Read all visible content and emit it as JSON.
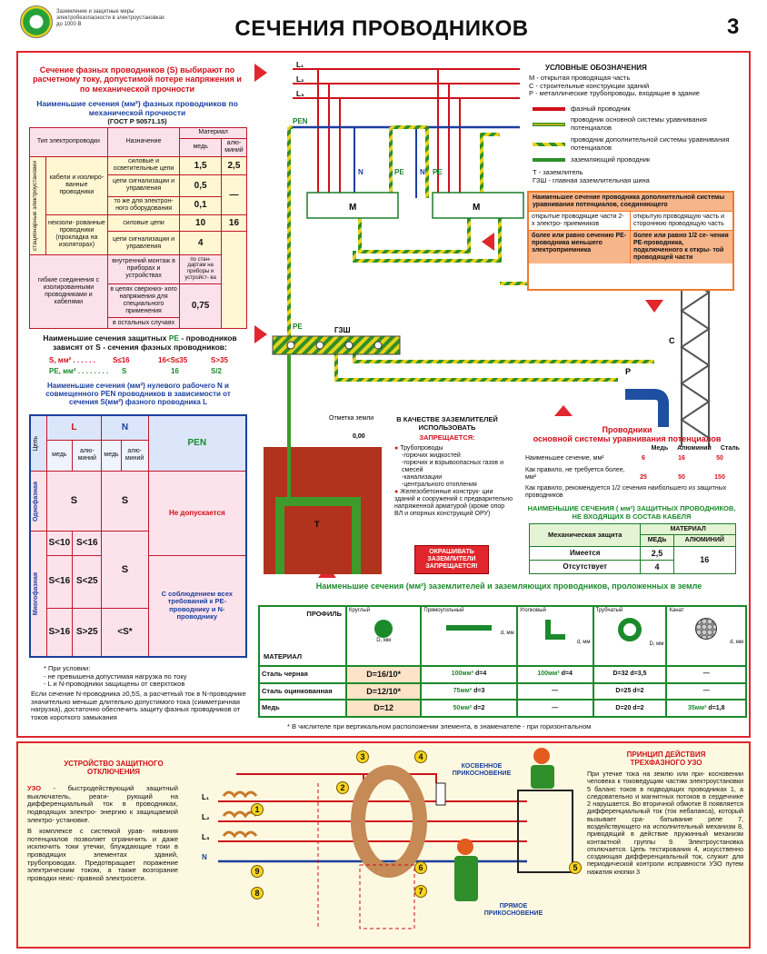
{
  "header": {
    "logo_text": "Заземление и защитные меры электробезопасности в электроустановках до 1000 В",
    "title": "СЕЧЕНИЯ ПРОВОДНИКОВ",
    "page": "3"
  },
  "colors": {
    "red": "#e1262e",
    "blue": "#1a3f9e",
    "green": "#1b8a2b"
  },
  "left": {
    "intro": "Сечение фазных проводников (S) выбирают по расчетному току, допустимой потере напряжения и по механической прочности",
    "mech_title": "Наименьшие сечения (мм²) фазных проводников по механической прочности",
    "mech_std": "(ГОСТ Р 50571.15)",
    "mech": {
      "h_type": "Тип электропроводки",
      "h_purpose": "Назначение",
      "h_material": "Материал",
      "h_cu": "медь",
      "h_al": "алю- миний",
      "stationary": "стационарные электроустановки",
      "cables": "кабели и изолиро- ванные проводники",
      "bare": "неизоли- рованные проводники (прокладка на изоляторах)",
      "flex": "гибкие соединения с изолированными проводниками и кабелями",
      "r1": "силовые и осветительные цепи",
      "r1cu": "1,5",
      "r1al": "2,5",
      "r2": "цепи сигнализации и управления",
      "r2cu": "0,5",
      "r2al": "—",
      "r3": "то же для электрон- ного оборудования",
      "r3cu": "0,1",
      "r4": "силовые цепи",
      "r4cu": "10",
      "r4al": "16",
      "r5": "цепи сигнализации и управления",
      "r5cu": "4",
      "r6": "внутренний монтаж в приборах и устройствах",
      "r6cu": "по стан- дартам на приборы и устройст- ва",
      "r7": "в цепях сверхниз- кого напряжения для специального применения",
      "r7cu": "0,75",
      "r8": "в остальных случаях"
    },
    "pe_title": "Наименьшие сечения защитных",
    "pe_hl": "PE",
    "pe_title2": "- проводников зависят от S - сечения фазных проводников:",
    "pe_s_label": "S, мм² . . . . . .",
    "pe_s1": "S≤16",
    "pe_s2": "16<S≤35",
    "pe_s3": "S>35",
    "pe_pe_label": "PE, мм² . . . . . . . .",
    "pe_pe1": "S",
    "pe_pe2": "16",
    "pe_pe3": "S/2",
    "n_title": "Наименьшие сечения (мм²) нулевого рабочего N и совмещенного PEN проводников в зависимости от сечения S(мм²) фазного проводника L",
    "nt": {
      "h_circuit": "Цепь",
      "h_L": "L",
      "h_N": "N",
      "h_PEN": "PEN",
      "cu": "медь",
      "al": "алю- миний",
      "single": "Однофазная",
      "multi": "Многофазная",
      "s_L": "S",
      "s_N": "S",
      "s_PEN": "Не допускается",
      "m1_cu": "S<10",
      "m1_al": "S<16",
      "m_N": "S",
      "m2_cu": "S<16",
      "m2_al": "S<25",
      "m_PEN": "С соблюдением всех требований к PE-проводнику и N-проводнику",
      "m3_cu": "S>16",
      "m3_al": "S>25",
      "m3_N": "<S*"
    },
    "notes": [
      "* При условии:",
      "- не превышена допустимая нагрузка по току",
      "- L и N-проводники защищены от сверхтоков"
    ],
    "notes_para": "Если сечение N-проводника ≥0,5S, а расчетный ток в N-проводнике значительно меньше длительно допустимого тока (симметричная нагрузка), достаточно обеспечить защиту фазных проводников от токов короткого замыкания"
  },
  "diagram": {
    "L1": "L₁",
    "L2": "L₂",
    "L3": "L₃",
    "PEN": "PEN",
    "N": "N",
    "PE": "PE",
    "M": "M",
    "gzsh": "ГЗШ",
    "C": "C",
    "P": "P",
    "T": "T",
    "ground_mark": "Отметка земли",
    "ground_val": "0,00"
  },
  "legend": {
    "title": "УСЛОВНЫЕ ОБОЗНАЧЕНИЯ",
    "defs": [
      "М - открытая проводящая часть",
      "С - строительные конструкции зданий",
      "Р - металлические трубопроводы, входящие в здание"
    ],
    "phase": "фазный проводник",
    "main_eq": "проводник основной системы уравнивания потенциалов",
    "add_eq": "проводник дополнительной системы уравнивания потенциалов",
    "ground_wire": "заземляющий проводник",
    "T": "Т - заземлитель",
    "GZSH": "ГЗШ - главная заземлительная шина"
  },
  "addbox": {
    "title": "Наименьшее сечение проводника дополнительной системы уравнивания потенциалов, соединяющего",
    "c1": "открытые проводящие части 2-х электро- приемников",
    "c2": "открытую проводящую часть и стороннюю проводящую часть",
    "c3": "более или равно сечению PE-проводника меньшего электроприемника",
    "c4": "более или равно 1/2 се- чения PE-проводника, подключенного к откры- той проводящей части"
  },
  "electrodes": {
    "title": "В КАЧЕСТВЕ ЗАЗЕМЛИТЕЛЕЙ ИСПОЛЬЗОВАТЬ",
    "forbidden": "ЗАПРЕЩАЕТСЯ:",
    "b1": "Трубопроводы",
    "b1a": "-горючих жидкостей",
    "b1b": "-горючих и взрывоопасных газов и смесей",
    "b1c": "-канализации",
    "b1d": "-центрального отопления",
    "b2": "Железобетонные конструк- ции зданий и сооружений с предварительно напряженной арматурой (кроме опор ВЛ и опорных конструкций ОРУ)",
    "paint": "ОКРАШИВАТЬ ЗАЗЕМЛИТЕЛИ ЗАПРЕЩАЕТСЯ!"
  },
  "mainsys": {
    "t1": "Проводники",
    "t2": "основной системы уравнивания потенциалов",
    "h_cu": "Медь",
    "h_al": "Алюминий",
    "h_st": "Сталь",
    "r1": "Наименьшее сечение, мм²",
    "r1v": [
      "6",
      "16",
      "50"
    ],
    "r2": "Как правило, не требуется более, мм²",
    "r2v": [
      "25",
      "50",
      "150"
    ],
    "r3": "Как правило, рекомендуется 1/2 сечения наибольшего из защитных проводников"
  },
  "cable": {
    "title": "НАИМЕНЬШИЕ СЕЧЕНИЯ ( мм²) ЗАЩИТНЫХ ПРОВОДНИКОВ, НЕ ВХОДЯЩИХ В СОСТАВ КАБЕЛЯ",
    "h_prot": "Механическая защита",
    "h_mat": "МАТЕРИАЛ",
    "h_cu": "МЕДЬ",
    "h_al": "АЛЮМИНИЙ",
    "yes": "Имеется",
    "no": "Отсутствует",
    "v_yes_cu": "2,5",
    "v_no_cu": "4",
    "v_al": "16"
  },
  "profile": {
    "title": "Наименьшие сечения (мм²) заземлителей и заземляющих проводников, проложенных в земле",
    "h_prof": "ПРОФИЛЬ",
    "h_mat": "МАТЕРИАЛ",
    "p_round": "Круглый",
    "p_rect": "Прямоугольный",
    "p_angle": "Уголковый",
    "p_tube": "Трубчатый",
    "p_rope": "Канат",
    "d": "d, мм",
    "D": "D, мм",
    "rows": [
      {
        "m": "Сталь черная",
        "c1": "D=16/10*",
        "c2a": "100мм²",
        "c2b": "d=4",
        "c3a": "100мм²",
        "c3b": "d=4",
        "c4a": "D=32",
        "c4b": "d=3,5",
        "c5": "—"
      },
      {
        "m": "Сталь оцинкованная",
        "c1": "D=12/10*",
        "c2a": "75мм²",
        "c2b": "d=3",
        "c3a": "—",
        "c3b": "",
        "c4a": "D=25",
        "c4b": "d=2",
        "c5": "—"
      },
      {
        "m": "Медь",
        "c1": "D=12",
        "c2a": "50мм²",
        "c2b": "d=2",
        "c3a": "—",
        "c3b": "",
        "c4a": "D=20",
        "c4b": "d=2",
        "c5a": "35мм²",
        "c5b": "d=1,8"
      }
    ],
    "foot": "* В числителе при вертикальном расположении элемента, в знаменателе - при горизонтальном"
  },
  "uzo": {
    "title": "УСТРОЙСТВО ЗАЩИТНОГО ОТКЛЮЧЕНИЯ",
    "hl": "УЗО",
    "p1": "- быстродействующий защитный выключатель, реаги- рующий на дифференциальный ток в проводниках, подводящих электро- энергию к защищаемой электро- установке.",
    "p2": "В комплексе с системой урав- нивания потенциалов позволяет ограничить и даже исключить токи утечки, блуждающие токи в проводящих элементах зданий, трубопроводах. Предотвращает поражение электрическим током, а также возгорание проводки неис- правной электросети.",
    "indirect": "КОСВЕННОЕ ПРИКОСНОВЕНИЕ",
    "direct": "ПРЯМОЕ ПРИКОСНОВЕНИЕ",
    "nums": [
      "1",
      "2",
      "3",
      "4",
      "5",
      "6",
      "7",
      "8",
      "9"
    ],
    "pr_title": "ПРИНЦИП ДЕЙСТВИЯ ТРЕХФАЗНОГО УЗО",
    "pr_text": "При утечке тока на землю или при- косновении человека к токоведущим частям электроустановки 5 баланс токов в подводящих проводниках 1, а следовательно и магнитных потоков в сердечнике 2 нарушается. Во вторичной обмотке 8 появляется дифференциальный ток (ток небаланса), который вызывает сра- батывание реле 7, воздействующего на исполнительный механизм 8, приводящий в действие пружинный механизм контактной группы 9. Электроустановка отключается. Цепь тестирования 4, искусственно создающая дифференциальный ток, служит для периодической контроли исправности УЗО путем нажатия кнопки 3"
  }
}
